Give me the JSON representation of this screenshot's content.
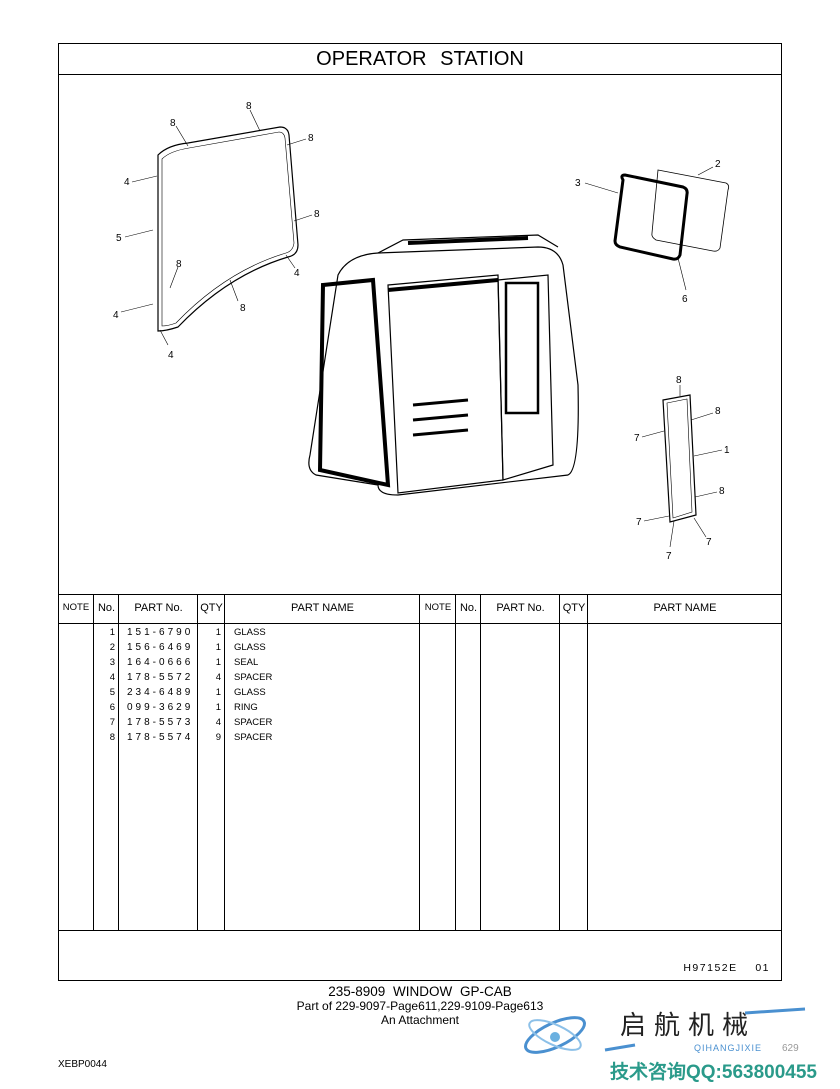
{
  "title": "OPERATOR  STATION",
  "callouts": {
    "left_glass": [
      "8",
      "8",
      "8",
      "4",
      "8",
      "5",
      "8",
      "4",
      "4",
      "8",
      "4"
    ],
    "small_glass": [
      "2",
      "3",
      "6"
    ],
    "right_glass": [
      "8",
      "8",
      "1",
      "7",
      "8",
      "7",
      "7",
      "7"
    ]
  },
  "table": {
    "headers": [
      "NOTE",
      "No.",
      "PART No.",
      "QTY",
      "PART NAME"
    ],
    "rows": [
      {
        "no": "1",
        "part_no": "151-6790",
        "qty": "1",
        "name": "GLASS"
      },
      {
        "no": "2",
        "part_no": "156-6469",
        "qty": "1",
        "name": "GLASS"
      },
      {
        "no": "3",
        "part_no": "164-0666",
        "qty": "1",
        "name": "SEAL"
      },
      {
        "no": "4",
        "part_no": "178-5572",
        "qty": "4",
        "name": "SPACER"
      },
      {
        "no": "5",
        "part_no": "234-6489",
        "qty": "1",
        "name": "GLASS"
      },
      {
        "no": "6",
        "part_no": "099-3629",
        "qty": "1",
        "name": "RING"
      },
      {
        "no": "7",
        "part_no": "178-5573",
        "qty": "4",
        "name": "SPACER"
      },
      {
        "no": "8",
        "part_no": "178-5574",
        "qty": "9",
        "name": "SPACER"
      }
    ]
  },
  "illustration_code": "H97152E",
  "illustration_rev": "01",
  "caption": {
    "title": "235-8909  WINDOW  GP-CAB",
    "part_of": "Part of 229-9097-Page611,229-9109-Page613",
    "attachment": "An Attachment"
  },
  "doc_id": "XEBP0044",
  "page_number": "629",
  "watermark": {
    "name": "启航机械",
    "pinyin": "QIHANGJIXIE",
    "contact": "技术咨询QQ:563800455",
    "color": "#2a9a8a"
  }
}
